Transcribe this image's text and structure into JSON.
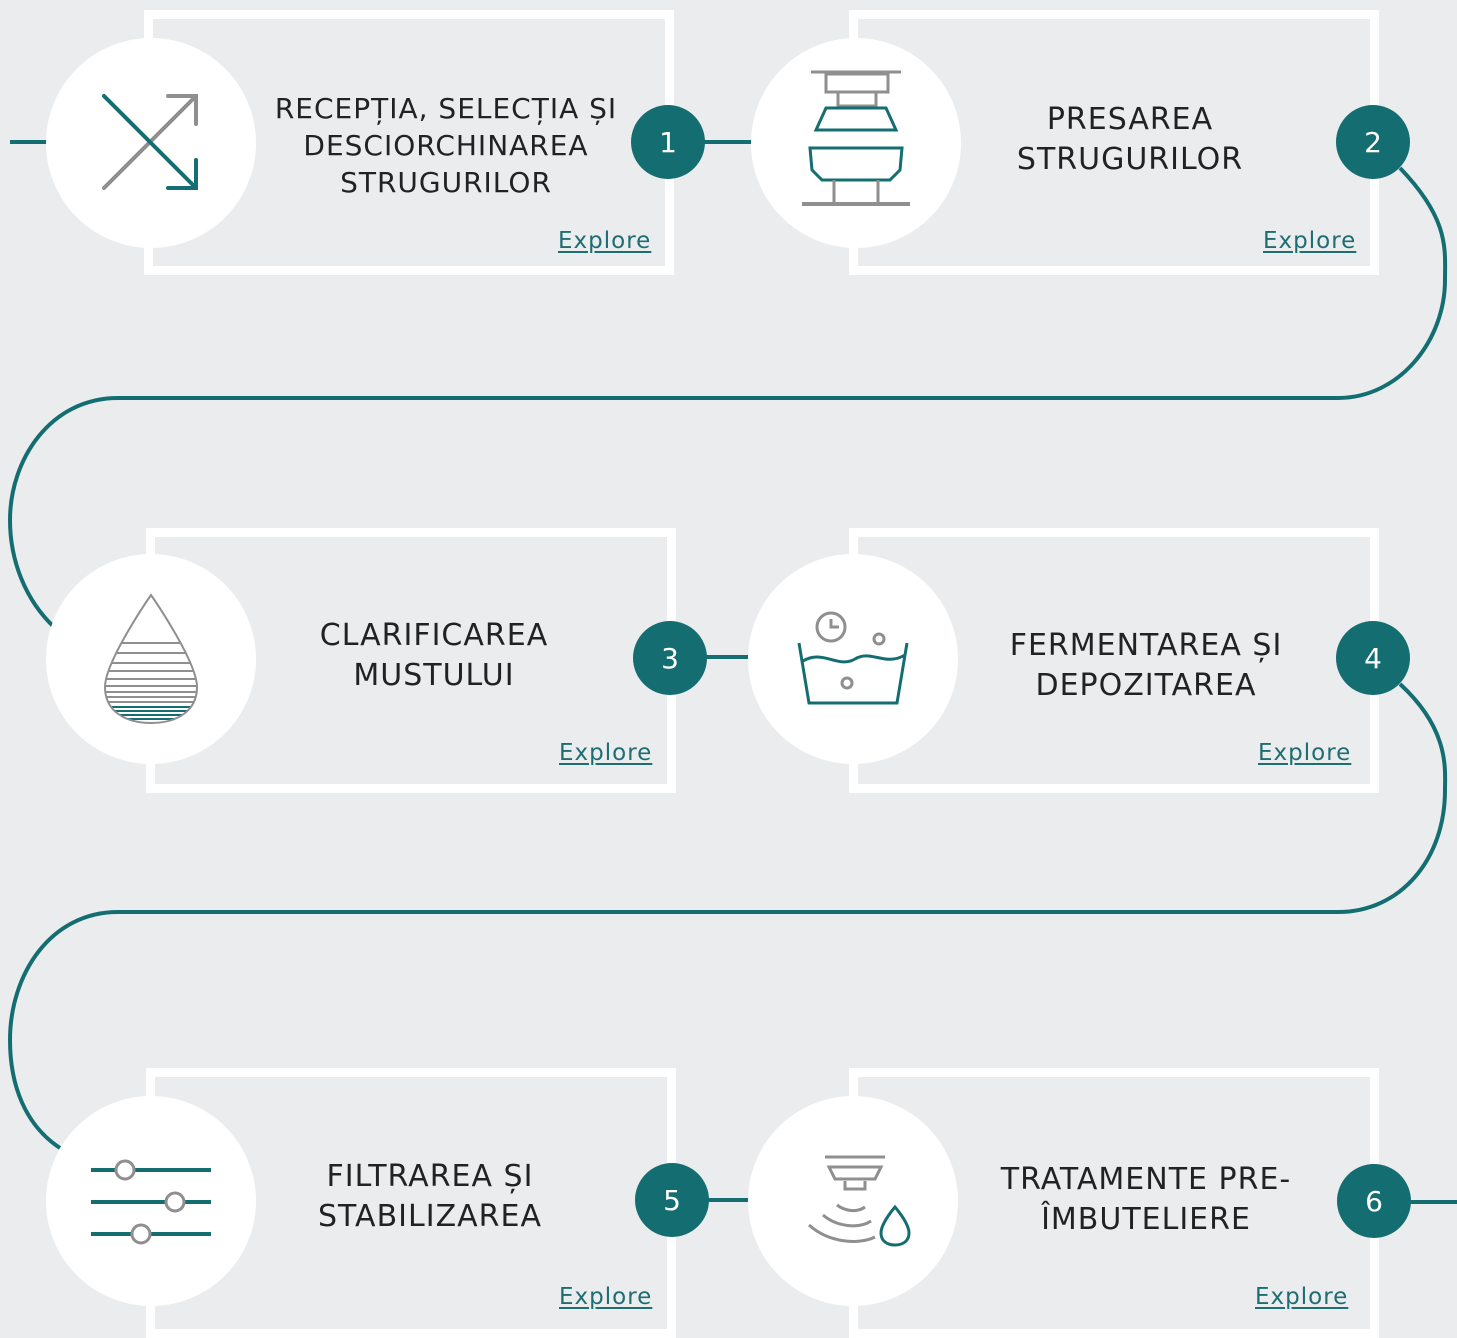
{
  "colors": {
    "accent": "#146e71",
    "background": "#ebecee",
    "card_border": "#ffffff",
    "icon_gray": "#8f8f8f"
  },
  "steps": [
    {
      "number": "1",
      "title_lines": [
        "RECEPȚIA, SELECȚIA ȘI",
        "DESCIORCHINAREA",
        "STRUGURILOR"
      ],
      "link": "Explore",
      "icon": "shuffle-arrows-icon"
    },
    {
      "number": "2",
      "title_lines": [
        "PRESAREA",
        "STRUGURILOR"
      ],
      "link": "Explore",
      "icon": "grape-press-icon"
    },
    {
      "number": "3",
      "title_lines": [
        "CLARIFICAREA",
        "MUSTULUI"
      ],
      "link": "Explore",
      "icon": "layered-drop-icon"
    },
    {
      "number": "4",
      "title_lines": [
        "FERMENTAREA ȘI",
        "DEPOZITAREA"
      ],
      "link": "Explore",
      "icon": "fermentation-tank-icon"
    },
    {
      "number": "5",
      "title_lines": [
        "FILTRAREA ȘI",
        "STABILIZAREA"
      ],
      "link": "Explore",
      "icon": "sliders-icon"
    },
    {
      "number": "6",
      "title_lines": [
        "TRATAMENTE PRE-",
        "ÎMBUTELIERE"
      ],
      "link": "Explore",
      "icon": "sensor-drop-icon"
    }
  ]
}
